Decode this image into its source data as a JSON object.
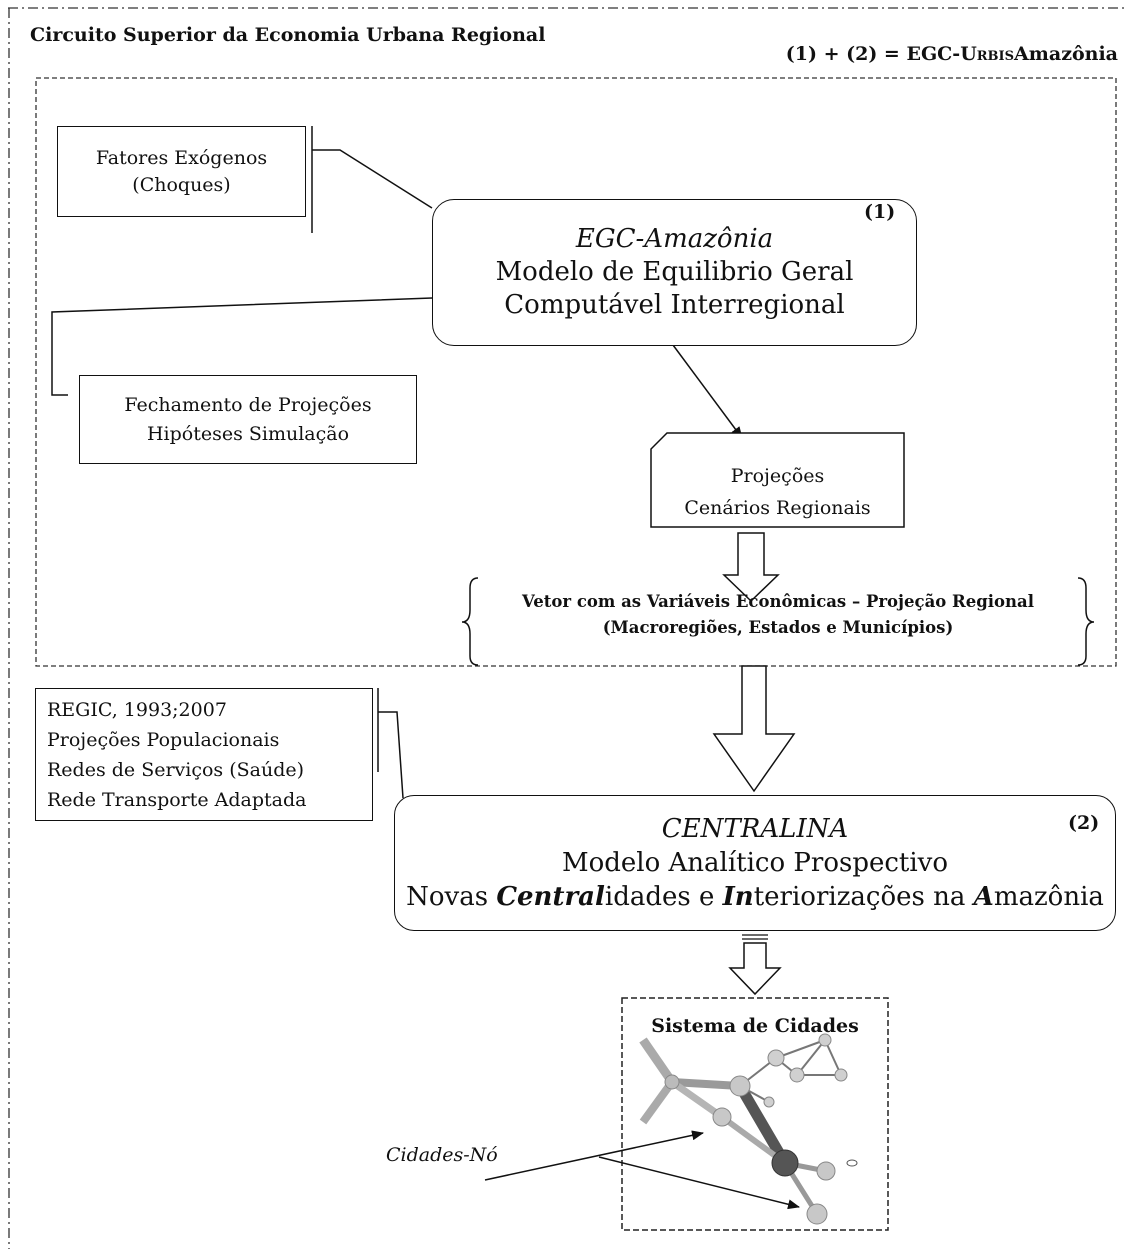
{
  "header": {
    "circuit_title": "Circuito Superior da Economia Urbana Regional",
    "formula_prefix": "(1) + (2) = EGC-",
    "formula_smallcaps": "Urbis",
    "formula_suffix": "Amazônia"
  },
  "exogenous": {
    "line1": "Fatores Exógenos",
    "line2": "(Choques)"
  },
  "egc": {
    "number": "(1)",
    "title": "EGC-Amazônia",
    "line1": "Modelo de Equilibrio Geral",
    "line2": "Computável Interregional"
  },
  "closure": {
    "line1": "Fechamento de Projeções",
    "line2": "Hipóteses Simulação"
  },
  "projections": {
    "line1": "Projeções",
    "line2": "Cenários Regionais"
  },
  "vector": {
    "line1": "Vetor com as Variáveis Econômicas – Projeção Regional",
    "line2": "(Macroregiões, Estados e Municípios)"
  },
  "inputs": {
    "lines": [
      "REGIC, 1993;2007",
      "Projeções Populacionais",
      "Redes de Serviços (Saúde)",
      "Rede Transporte Adaptada"
    ]
  },
  "centralina": {
    "number": "(2)",
    "title": "CENTRALINA",
    "line1": "Modelo Analítico Prospectivo",
    "line2_parts": {
      "p1": "Novas ",
      "b1": "Central",
      "p2": "idades e ",
      "b2": "In",
      "p3": "teriorizações na ",
      "b3": "A",
      "p4": "mazônia"
    }
  },
  "city_system": {
    "title": "Sistema de Cidades"
  },
  "city_nodes_label": "Cidades-Nó"
}
